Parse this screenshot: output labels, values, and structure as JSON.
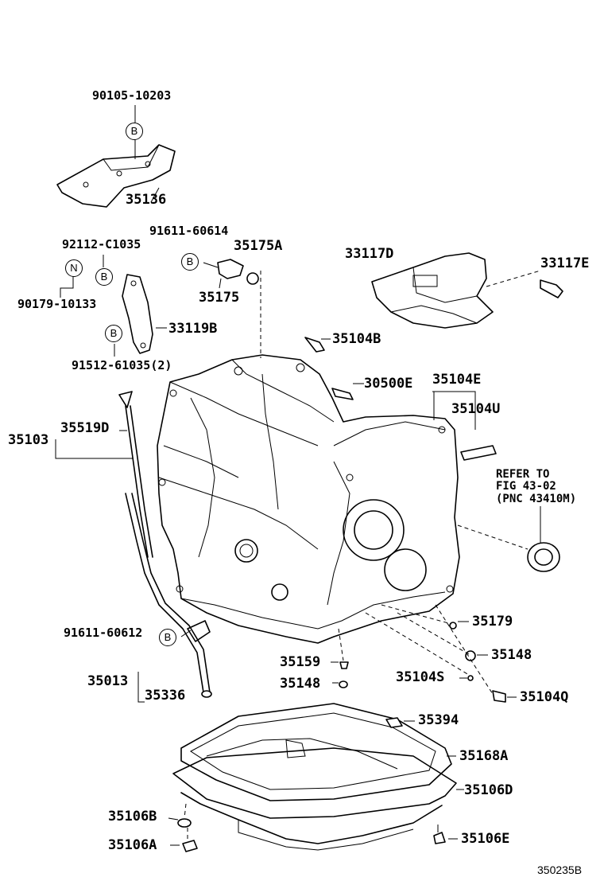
{
  "parts": {
    "p90105_10203": "90105-10203",
    "p35136": "35136",
    "p91611_60614": "91611-60614",
    "p92112_C1035": "92112-C1035",
    "p35175A": "35175A",
    "p33117D": "33117D",
    "p33117E": "33117E",
    "p90179_10133": "90179-10133",
    "p35175": "35175",
    "p33119B": "33119B",
    "p35104B": "35104B",
    "p91512_61035": "91512-61035(2)",
    "p30500E": "30500E",
    "p35104E": "35104E",
    "p35104U": "35104U",
    "p35519D": "35519D",
    "p35103": "35103",
    "p91611_60612": "91611-60612",
    "p35179": "35179",
    "p35148a": "35148",
    "p35159": "35159",
    "p35148b": "35148",
    "p35104S": "35104S",
    "p35013": "35013",
    "p35336": "35336",
    "p35104Q": "35104Q",
    "p35394": "35394",
    "p35168A": "35168A",
    "p35106D": "35106D",
    "p35106B": "35106B",
    "p35106A": "35106A",
    "p35106E": "35106E"
  },
  "refer": {
    "line1": "REFER TO",
    "line2": "FIG 43-02",
    "line3": "(PNC 43410M)"
  },
  "markers": {
    "b": "B",
    "n": "N"
  },
  "figure_code": "350235B"
}
